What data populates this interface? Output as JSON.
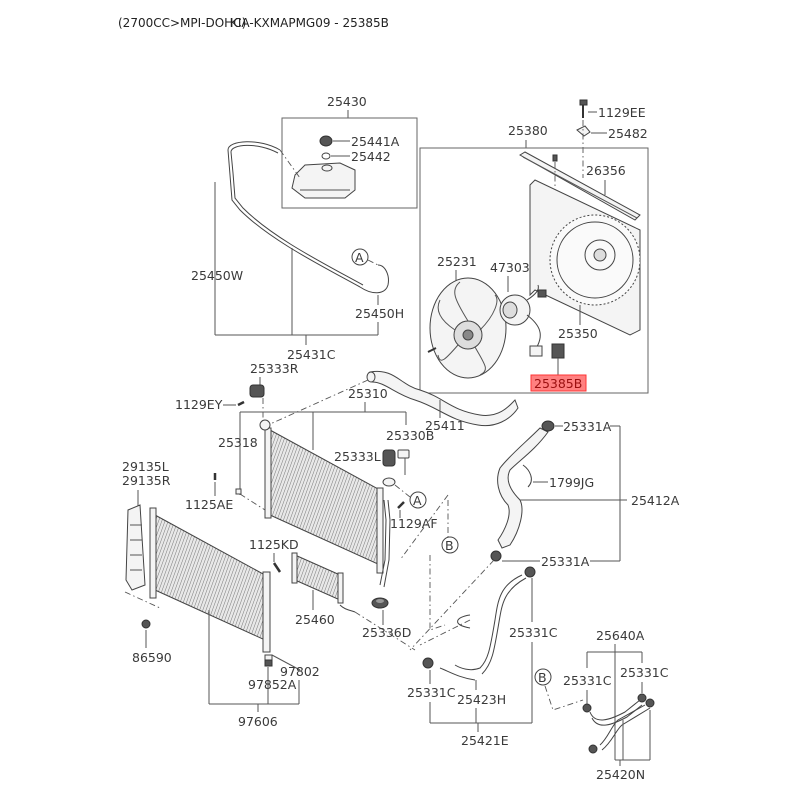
{
  "header": {
    "engine_spec": "(2700CC>MPI-DOHC)",
    "catalog_ref": "KIA-KXMAPMG09 - 25385B"
  },
  "highlight": {
    "part_number": "25385B",
    "color": "#ff8080",
    "border_color": "#ff3333"
  },
  "reference_markers": [
    "A",
    "B"
  ],
  "groups": {
    "reservoir": {
      "assembly": "25430",
      "parts": [
        "25441A",
        "25442"
      ]
    },
    "reservoir_hose": {
      "assembly": "25431C",
      "parts": [
        "25450W",
        "25450H"
      ]
    },
    "fan_shroud": {
      "assembly": "25380",
      "parts": [
        "26356",
        "25231",
        "47303",
        "25350",
        "25385B"
      ]
    },
    "fan_top_hardware": [
      "1129EE",
      "25482"
    ],
    "radiator": {
      "assembly": "25310",
      "parts": [
        "25318",
        "25330B",
        "25333L",
        "1129AF"
      ]
    },
    "radiator_mount": [
      "25333R",
      "1129EY",
      "1125AE"
    ],
    "upper_hose": "25411",
    "lower_hose": {
      "assembly": "25412A",
      "parts": [
        "25331A",
        "1799JG",
        "25331A"
      ]
    },
    "condenser": {
      "assembly": "97606",
      "parts": [
        "97802",
        "97852A"
      ]
    },
    "condenser_side": [
      "29135L",
      "29135R",
      "86590",
      "1125KD"
    ],
    "oil_cooler": [
      "25460",
      "25336D"
    ],
    "oil_cooler_hose": {
      "assembly": "25421E",
      "parts": [
        "25331C",
        "25423H",
        "25331C"
      ]
    },
    "atf_hose": {
      "assembly": "25640A",
      "parts": [
        "25331C",
        "25331C"
      ],
      "sub_assembly": "25420N"
    }
  },
  "labels": {
    "l25430": "25430",
    "l25441A": "25441A",
    "l25442": "25442",
    "l25450W": "25450W",
    "l25450H": "25450H",
    "l25431C": "25431C",
    "l1129EE": "1129EE",
    "l25482": "25482",
    "l25380": "25380",
    "l26356": "26356",
    "l25231": "25231",
    "l47303": "47303",
    "l25350": "25350",
    "l25385B": "25385B",
    "l25333R": "25333R",
    "l1129EY": "1129EY",
    "l25310": "25310",
    "l25411": "25411",
    "l25318": "25318",
    "l25330B": "25330B",
    "l25333L": "25333L",
    "l1125AE": "1125AE",
    "l1129AF": "1129AF",
    "l29135L": "29135L",
    "l29135R": "29135R",
    "l1125KD": "1125KD",
    "l25460": "25460",
    "l25336D": "25336D",
    "l86590": "86590",
    "l97802": "97802",
    "l97852A": "97852A",
    "l97606": "97606",
    "l25331A_top": "25331A",
    "l1799JG": "1799JG",
    "l25412A": "25412A",
    "l25331A_bot": "25331A",
    "l25331C_right": "25331C",
    "l25331C_left": "25331C",
    "l25423H": "25423H",
    "l25421E": "25421E",
    "l25640A": "25640A",
    "l25331C_b1": "25331C",
    "l25331C_b2": "25331C",
    "l25420N": "25420N",
    "markerA": "A",
    "markerB": "B"
  }
}
